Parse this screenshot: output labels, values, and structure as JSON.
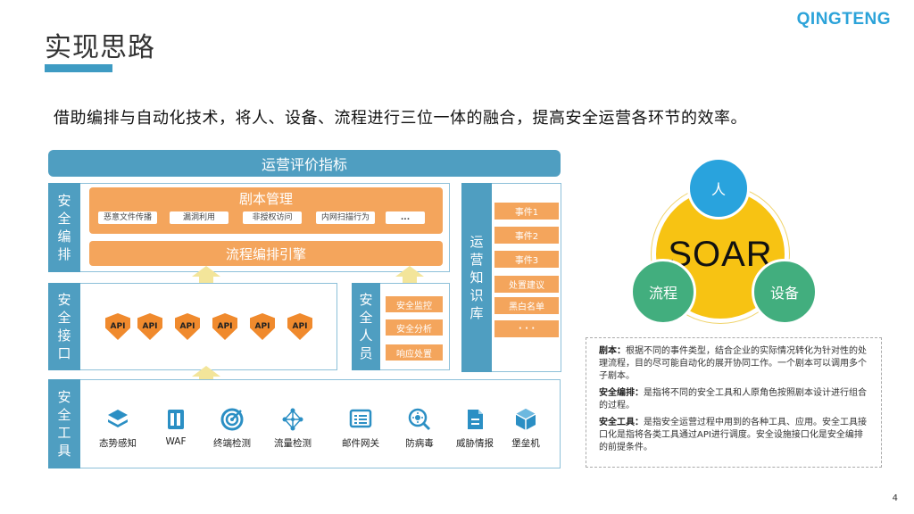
{
  "header": {
    "title": "实现思路",
    "logo": "QINGTENG",
    "subtitle": "借助编排与自动化技术，将人、设备、流程进行三位一体的融合，提高安全运营各环节的效率。"
  },
  "diagram": {
    "top_header": "运营评价指标",
    "orchestration": {
      "label": [
        "安",
        "全",
        "编",
        "排"
      ],
      "playbook_title": "剧本管理",
      "playbook_chips": [
        "恶意文件传播",
        "漏洞利用",
        "非授权访问",
        "内网扫描行为",
        "..."
      ],
      "engine": "流程编排引擎"
    },
    "interface": {
      "label": [
        "安",
        "全",
        "接",
        "口"
      ],
      "apis": [
        "API",
        "API",
        "API",
        "API",
        "API",
        "API"
      ]
    },
    "personnel": {
      "label": [
        "安",
        "全",
        "人",
        "员"
      ],
      "roles": [
        "安全监控",
        "安全分析",
        "响应处置"
      ]
    },
    "knowledge_base": {
      "label": [
        "运",
        "营",
        "知",
        "识",
        "库"
      ],
      "items": [
        "事件1",
        "事件2",
        "事件3",
        "处置建议",
        "黑白名单",
        "· · ·"
      ]
    },
    "tools": {
      "label": [
        "安",
        "全",
        "工",
        "具"
      ],
      "items": [
        {
          "label": "态势感知",
          "icon": "layers-icon"
        },
        {
          "label": "WAF",
          "icon": "server-icon"
        },
        {
          "label": "终端检测",
          "icon": "radar-icon"
        },
        {
          "label": "流量检测",
          "icon": "network-icon"
        },
        {
          "label": "邮件网关",
          "icon": "mail-list-icon"
        },
        {
          "label": "防病毒",
          "icon": "virus-scan-icon"
        },
        {
          "label": "威胁情报",
          "icon": "document-icon"
        },
        {
          "label": "堡垒机",
          "icon": "cube-icon"
        }
      ]
    }
  },
  "soar": {
    "center": "SOAR",
    "people": "人",
    "process": "流程",
    "device": "设备"
  },
  "definitions": [
    {
      "term": "剧本：",
      "text": "根据不同的事件类型，结合企业的实际情况转化为针对性的处理流程，目的尽可能自动化的展开协同工作。一个剧本可以调用多个子剧本。"
    },
    {
      "term": "安全编排：",
      "text": "是指将不同的安全工具和人原角色按照剧本设计进行组合的过程。"
    },
    {
      "term": "安全工具：",
      "text": "是指安全运营过程中用到的各种工具、应用。安全工具接口化是指将各类工具通过API进行调度。安全设施接口化是安全编排的前提条件。"
    }
  ],
  "page_number": "4",
  "colors": {
    "accent_blue": "#4f9ec1",
    "orange": "#f4a55c",
    "api_orange": "#f08a2d",
    "yellow_arrow": "#f3e59a",
    "soar_yellow": "#f7c313",
    "people_blue": "#29a3dd",
    "green": "#42ae7e"
  }
}
